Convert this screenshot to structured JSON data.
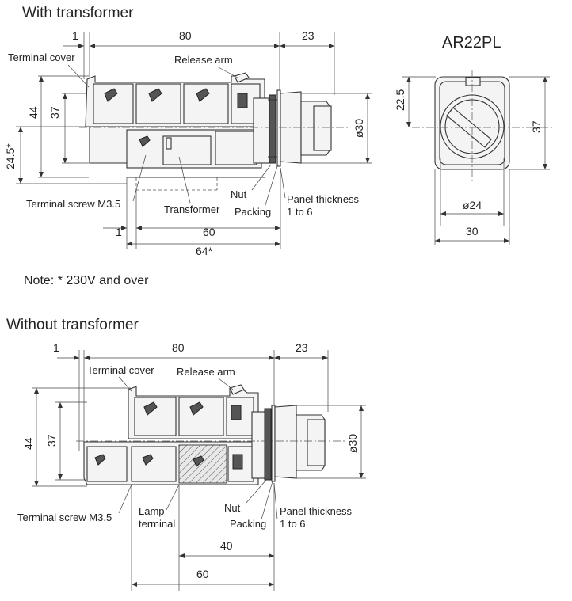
{
  "top_section": {
    "title": "With transformer",
    "dims": {
      "top_1": "1",
      "top_80": "80",
      "top_23": "23",
      "h_44": "44",
      "h_37": "37",
      "h_24_5": "24.5*",
      "dia_30": "ø30",
      "bot_1": "1",
      "bot_60": "60",
      "bot_64": "64*"
    },
    "labels": {
      "terminal_cover": "Terminal cover",
      "release_arm": "Release arm",
      "terminal_screw": "Terminal screw M3.5",
      "transformer": "Transformer",
      "nut": "Nut",
      "packing": "Packing",
      "panel_thickness": "Panel thickness",
      "panel_range": "1 to 6"
    }
  },
  "front_view": {
    "title": "AR22PL",
    "dims": {
      "h_22_5": "22.5",
      "h_37": "37",
      "dia_24": "ø24",
      "w_30": "30"
    }
  },
  "note": "Note: * 230V and over",
  "bottom_section": {
    "title": "Without transformer",
    "dims": {
      "top_1": "1",
      "top_80": "80",
      "top_23": "23",
      "h_44": "44",
      "h_37": "37",
      "dia_30": "ø30",
      "bot_40": "40",
      "bot_60": "60"
    },
    "labels": {
      "terminal_cover": "Terminal cover",
      "release_arm": "Release arm",
      "terminal_screw": "Terminal screw M3.5",
      "lamp": "Lamp",
      "lamp_terminal": "terminal",
      "nut": "Nut",
      "packing": "Packing",
      "panel_thickness": "Panel thickness",
      "panel_range": "1 to 6"
    }
  }
}
